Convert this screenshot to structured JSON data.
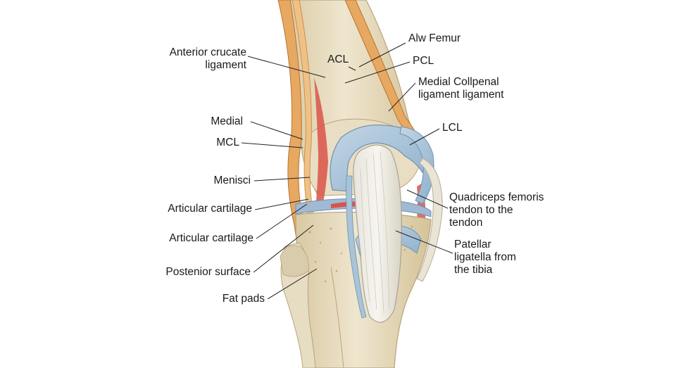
{
  "labels": {
    "anterior_cruciate": [
      "Anterior crucate",
      "ligament"
    ],
    "medial": "Medial",
    "mcl": "MCL",
    "menisci": "Menisci",
    "articular_cartilage_1": "Articular cartilage",
    "articular_cartilage_2": "Articular cartilage",
    "posterior_surface": "Postenior surface",
    "fat_pads": "Fat pads",
    "acl": "ACL",
    "alw_femur": "Alw Femur",
    "pcl": "PCL",
    "medial_collateral": [
      "Medial Collpenal",
      "ligament ligament"
    ],
    "lcl": "LCL",
    "quadriceps": [
      "Quadriceps femoris",
      "tendon to the",
      "tendon"
    ],
    "patellar": [
      "Patellar",
      "ligatella from",
      "the tibia"
    ]
  },
  "colors": {
    "bone": "#ece1c6",
    "bone_shadow": "#cdbd96",
    "cartilage": "#a9c3d8",
    "cartilage_dark": "#7d9fbd",
    "ligament_orange": "#e3a05a",
    "muscle_red": "#d9534a",
    "line": "#222222"
  }
}
